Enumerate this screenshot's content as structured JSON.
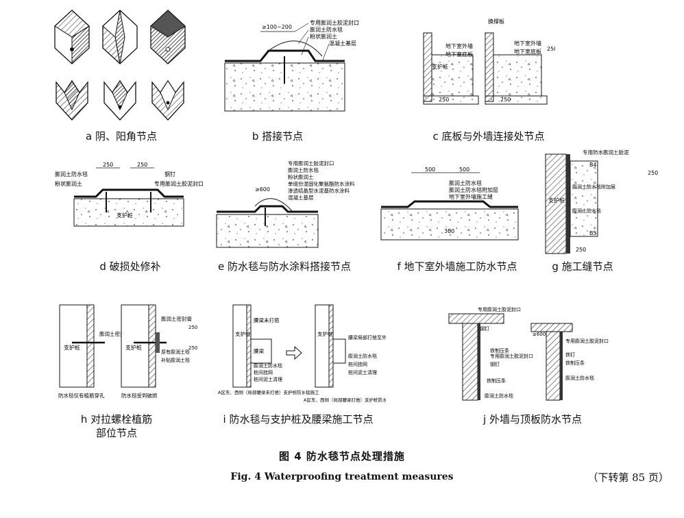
{
  "captions": {
    "a": "a 阴、阳角节点",
    "b": "b 搭接节点",
    "c": "c 底板与外墙连接处节点",
    "d": "d 破损处修补",
    "e": "e 防水毯与防水涂料搭接节点",
    "f": "f 地下室外墙施工防水节点",
    "g": "g 施工缝节点",
    "h1": "h 对拉螺栓植筋",
    "h2": "部位节点",
    "i": "i 防水毯与支护桩及腰梁施工节点",
    "j": "j 外墙与顶板防水节点"
  },
  "figure": {
    "title_cn": "图 4 防水毯节点处理措施",
    "title_en": "Fig. 4 Waterproofing treatment measures",
    "continued": "（下转第 85 页）"
  },
  "labels": {
    "b": {
      "l1": "专用膨润土胶泥封口",
      "l2": "膨润土防水毯",
      "l3": "粉状膨润土",
      "l4": "混凝土基层",
      "dim": "≥100~200"
    },
    "c": {
      "l1": "换撑板",
      "l2": "地下室外墙",
      "l3": "地下室底板",
      "l4": "支护桩",
      "dim1": "250",
      "dim2": "250",
      "dim3": "250"
    },
    "d": {
      "l1": "膨润土防水毯",
      "l2": "粉状膨润土",
      "l3": "钢钉",
      "l4": "专用膨润土胶泥封口",
      "l5": "支护桩",
      "dim1": "250",
      "dim2": "250"
    },
    "e": {
      "l1": "专用膨润土胶泥封口",
      "l2": "膨润土防水毯",
      "l3": "粉状膨润土",
      "l4": "单组份湿固化聚氨酯防水涂料",
      "l5": "渗透结晶型水泥基防水涂料",
      "l6": "混凝土基层",
      "dim": "≥600"
    },
    "f": {
      "l1": "膨润土防水毯",
      "l2": "膨润土防水毯附加层",
      "l3": "地下室外墙施工缝",
      "dim1": "500",
      "dim2": "500",
      "dim3": "300"
    },
    "g": {
      "l1": "专用防水膨润土胶泥",
      "l2": "B4",
      "l3": "B5",
      "l4": "支护桩",
      "l5": "膨润土防水毯附加层",
      "l6": "膨润土防水毯",
      "dim1": "250",
      "dim2": "250"
    },
    "h": {
      "l1": "膨润土密封膏",
      "l2": "膨润土密封膏",
      "l3": "支护桩",
      "l4": "支护桩",
      "l5": "原有膨润土毯",
      "l6": "补贴膨润土毯",
      "l7": "防水毯仅有植筋穿孔",
      "l8": "防水毯受到破损",
      "dim1": "250",
      "dim2": "250"
    },
    "i": {
      "l1": "腰梁未打凿",
      "l2": "支护桩",
      "l3": "腰梁",
      "l4": "膨润土防水毯",
      "l5": "桩间挂网",
      "l6": "桩间泥土清理",
      "l7": "腰梁局部打凿至外墙边线",
      "l8": "支护桩",
      "l9": "膨润土防水毯",
      "l10": "桩间挂网",
      "l11": "桩间泥土清理",
      "l12": "A区东、西侧（局部腰梁未打凿）支护桩防水毯施工",
      "l13": "A区东、西侧（局部腰梁打凿）支护桩防水毯施工"
    },
    "j": {
      "l1": "专用膨润土胶泥封口",
      "l2": "钢钉",
      "l3": "铁制压条",
      "l4": "专用膨润土胶泥封口",
      "l5": "钢钉",
      "l6": "铁制压条",
      "l7": "膨润土防水毯",
      "l8": "专用膨润土胶泥封口",
      "l9": "铁钉",
      "l10": "铁制压条",
      "l11": "膨润土防水毯",
      "dim": "≥600"
    }
  }
}
